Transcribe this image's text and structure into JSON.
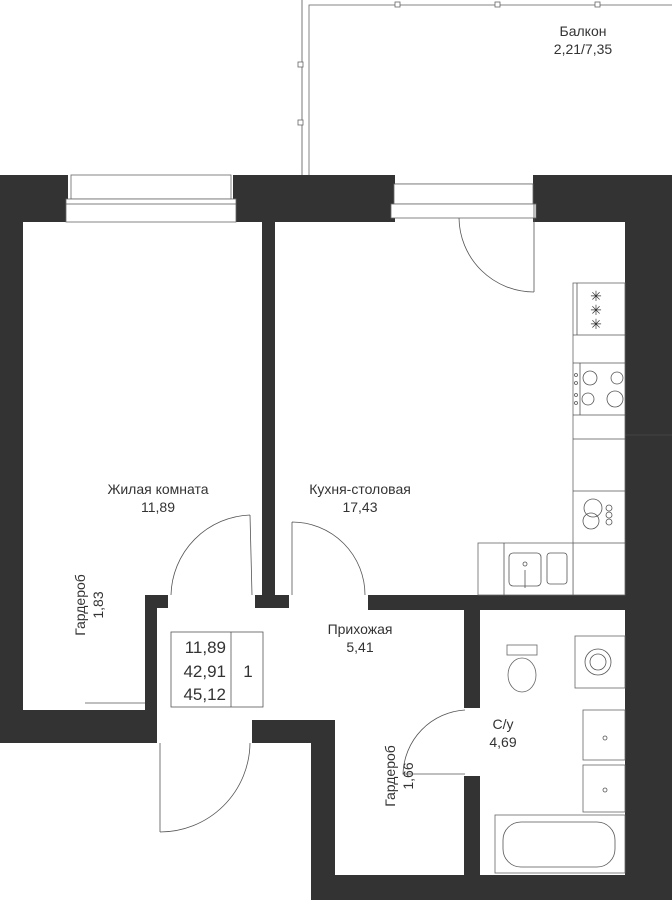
{
  "rooms": {
    "balcony": {
      "name": "Балкон",
      "area": "2,21/7,35"
    },
    "living": {
      "name": "Жилая комната",
      "area": "11,89"
    },
    "kitchen": {
      "name": "Кухня-столовая",
      "area": "17,43"
    },
    "wardrobe1": {
      "name": "Гардероб",
      "area": "1,83"
    },
    "hall": {
      "name": "Прихожая",
      "area": "5,41"
    },
    "bathroom": {
      "name": "С/у",
      "area": "4,69"
    },
    "wardrobe2": {
      "name": "Гардероб",
      "area": "1,66"
    }
  },
  "summary": {
    "living_area": "11,89",
    "total_area": "42,91",
    "total_with_balcony": "45,12",
    "rooms_count": "1"
  },
  "colors": {
    "wall": "#333333",
    "line": "#555555"
  }
}
